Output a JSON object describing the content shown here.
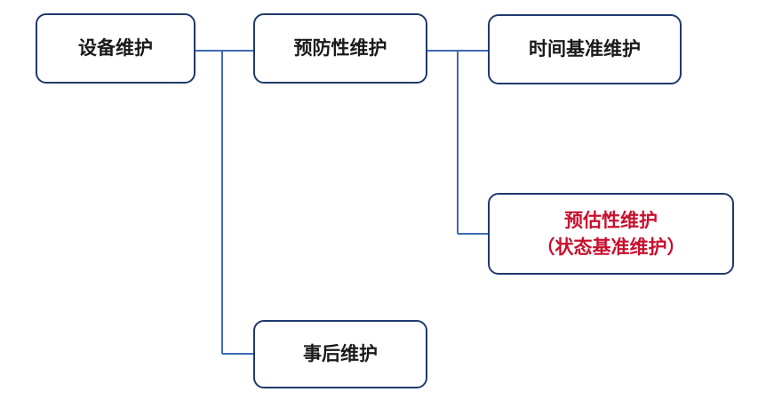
{
  "colors": {
    "border": "#1f3a6b",
    "connector": "#3f6bb8",
    "text": "#1a1a1a",
    "highlight_text": "#c8102e"
  },
  "nodes": {
    "equipment_maintenance": {
      "label": "设备维护"
    },
    "preventive_maintenance": {
      "label": "预防性维护"
    },
    "time_based_maintenance": {
      "label": "时间基准维护"
    },
    "predictive_maintenance": {
      "line1": "预估性维护",
      "line2": "（状态基准维护）"
    },
    "corrective_maintenance": {
      "label": "事后维护"
    }
  }
}
